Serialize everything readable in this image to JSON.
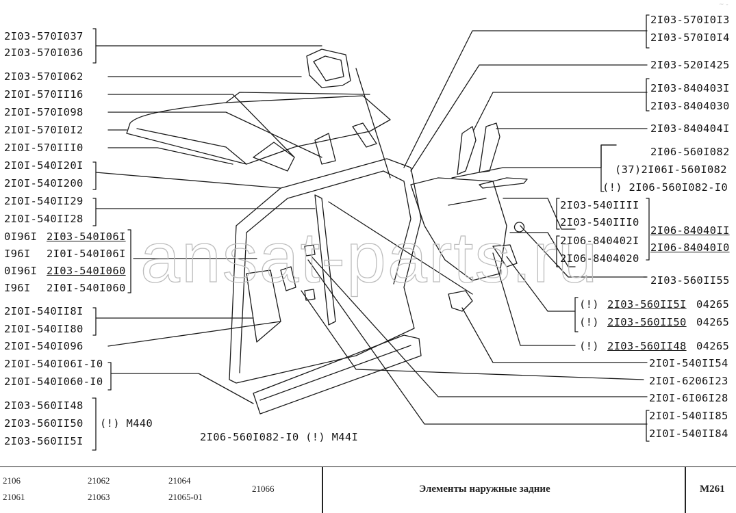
{
  "diagram": {
    "watermark": "ansat-parts.ru",
    "corner_mark": "~ -",
    "left_labels": [
      {
        "text": "2I03-570I037"
      },
      {
        "text": "2I03-570I036"
      },
      {
        "text": "2I03-570I062"
      },
      {
        "text": "2I0I-570II16"
      },
      {
        "text": "2I0I-570I098"
      },
      {
        "text": "2I0I-570I0I2"
      },
      {
        "text": "2I0I-570III0"
      },
      {
        "text": "2I0I-540I20I"
      },
      {
        "text": "2I0I-540I200"
      },
      {
        "text": "2I0I-540II29"
      },
      {
        "text": "2I0I-540II28"
      },
      {
        "prefix": "0I96I",
        "text": "2I03-540I06I",
        "struck": true
      },
      {
        "prefix": "I96I",
        "text": "2I0I-540I06I"
      },
      {
        "prefix": "0I96I",
        "text": "2I03-540I060",
        "struck": true
      },
      {
        "prefix": "I96I",
        "text": "2I0I-540I060"
      },
      {
        "text": "2I0I-540II8I"
      },
      {
        "text": "2I0I-540II80"
      },
      {
        "text": "2I0I-540I096"
      },
      {
        "text": "2I0I-540I06I-I0"
      },
      {
        "text": "2I0I-540I060-I0"
      },
      {
        "text": "2I03-560II48"
      },
      {
        "text": "2I03-560II50",
        "suffix": "(!) M440"
      },
      {
        "text": "2I03-560II5I"
      }
    ],
    "right_labels": [
      {
        "text": "2I03-570I0I3"
      },
      {
        "text": "2I03-570I0I4"
      },
      {
        "text": "2I03-520I425"
      },
      {
        "text": "2I03-840403I"
      },
      {
        "text": "2I03-8404030"
      },
      {
        "text": "2I03-840404I"
      },
      {
        "text": "2I06-560I082"
      },
      {
        "text": "(37)2I06I-560I082"
      },
      {
        "text": "(!) 2I06-560I082-I0"
      },
      {
        "text": "2I03-540IIII"
      },
      {
        "text": "2I03-540III0"
      },
      {
        "text": "2I06-840402I"
      },
      {
        "text": "2I06-8404020"
      },
      {
        "text": "2I06-84040II",
        "underlined": true
      },
      {
        "text": "2I06-84040I0",
        "underlined": true
      },
      {
        "text": "2I03-560II55"
      },
      {
        "prefix": "(!)",
        "text": "2I03-560II5I",
        "suffix": "04265",
        "struck": true
      },
      {
        "prefix": "(!)",
        "text": "2I03-560II50",
        "suffix": "04265",
        "struck": true
      },
      {
        "prefix": "(!)",
        "text": "2I03-560II48",
        "suffix": "04265",
        "struck": true
      },
      {
        "text": "2I0I-540II54"
      },
      {
        "text": "2I0I-6206I23"
      },
      {
        "text": "2I0I-6I06I28"
      },
      {
        "text": "2I0I-540II85"
      },
      {
        "text": "2I0I-540II84"
      }
    ],
    "bottom_note": "2I06-560I082-I0 (!) M44I"
  },
  "footer": {
    "models": [
      [
        "2106",
        "21061"
      ],
      [
        "21062",
        "21063"
      ],
      [
        "21064",
        "21065-01"
      ],
      [
        "21066"
      ]
    ],
    "title": "Элементы наружные задние",
    "page_code": "M261"
  }
}
